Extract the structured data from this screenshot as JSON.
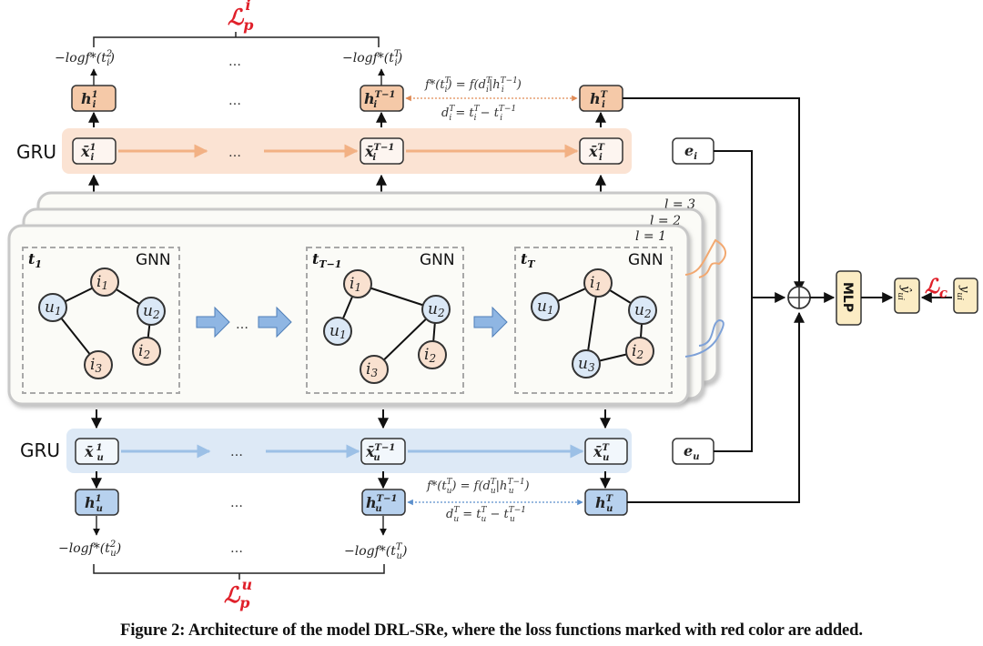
{
  "colors": {
    "item_bar": "#fbe3d3",
    "item_box": "#f5c9a8",
    "item_arrow": "#f2b184",
    "user_bar": "#dde9f6",
    "user_box": "#b7d1ee",
    "user_arrow": "#9cc0e6",
    "loss_red": "#e0202a",
    "item_node": "#f9e1d0",
    "user_node": "#dbe8f6",
    "mlp_box": "#fbecc4",
    "big_arrow": "#8fb6e3"
  },
  "item_branch": {
    "loss_label": "ℒ",
    "loss_sub": "p",
    "loss_sup": "i",
    "gru_label": "GRU",
    "neg_log_1": "−logf*(t",
    "neg_log_1_sup": "2",
    "neg_log_1_sub": "i",
    "neg_log_T": "−logf*(t",
    "neg_log_T_sup": "T",
    "neg_log_T_sub": "i",
    "h_1": {
      "base": "h",
      "sup": "1",
      "sub": "i"
    },
    "h_Tm1": {
      "base": "h",
      "sup": "T−1",
      "sub": "i"
    },
    "h_T": {
      "base": "h",
      "sup": "T",
      "sub": "i"
    },
    "x_1": {
      "base": "x̄",
      "sup": "1",
      "sub": "i"
    },
    "x_Tm1": {
      "base": "x̄",
      "sup": "T−1",
      "sub": "i"
    },
    "x_T": {
      "base": "x̄",
      "sup": "T",
      "sub": "i"
    },
    "formula_f": "f*(t",
    "formula_f_rest": ") = f(d",
    "formula_f_tail": "|h",
    "formula_d": "d",
    "formula_d_rest": " = t",
    "sub": "i",
    "supT": "T",
    "supTm1": "T−1",
    "ellipsis": "…",
    "embedding": {
      "base": "e",
      "sub": "i"
    }
  },
  "user_branch": {
    "loss_label": "ℒ",
    "loss_sub": "p",
    "loss_sup": "u",
    "gru_label": "GRU",
    "neg_log_1_sup": "2",
    "neg_log_T_sup": "T",
    "neg_log_prefix": "−logf*(t",
    "sub": "u",
    "h_1": {
      "base": "h",
      "sup": "1",
      "sub": "u"
    },
    "h_Tm1": {
      "base": "h",
      "sup": "T−1",
      "sub": "u"
    },
    "h_T": {
      "base": "h",
      "sup": "T",
      "sub": "u"
    },
    "x_1": {
      "base": "x̄",
      "sup": "1",
      "sub": "u"
    },
    "x_Tm1": {
      "base": "x̄",
      "sup": "T−1",
      "sub": "u"
    },
    "x_T": {
      "base": "x̄",
      "sup": "T",
      "sub": "u"
    },
    "supT": "T",
    "supTm1": "T−1",
    "ellipsis": "…",
    "embedding": {
      "base": "e",
      "sub": "u"
    }
  },
  "gnn": {
    "layer_labels": [
      "l = 1",
      "l = 2",
      "l = 3"
    ],
    "module_label": "GNN",
    "ellipsis": "…",
    "snapshots": [
      {
        "time_label": "t",
        "time_sub": "1",
        "nodes": [
          {
            "id": "i1",
            "type": "item",
            "base": "i",
            "sub": "1"
          },
          {
            "id": "u1",
            "type": "user",
            "base": "u",
            "sub": "1"
          },
          {
            "id": "u2",
            "type": "user",
            "base": "u",
            "sub": "2"
          },
          {
            "id": "i2",
            "type": "item",
            "base": "i",
            "sub": "2"
          },
          {
            "id": "i3",
            "type": "item",
            "base": "i",
            "sub": "3"
          }
        ],
        "edges": [
          [
            "u1",
            "i1"
          ],
          [
            "i1",
            "u2"
          ],
          [
            "u1",
            "i3"
          ],
          [
            "u2",
            "i2"
          ]
        ]
      },
      {
        "time_label": "t",
        "time_sub": "T−1",
        "nodes": [
          {
            "id": "i1",
            "type": "item",
            "base": "i",
            "sub": "1"
          },
          {
            "id": "u1",
            "type": "user",
            "base": "u",
            "sub": "1"
          },
          {
            "id": "u2",
            "type": "user",
            "base": "u",
            "sub": "2"
          },
          {
            "id": "i2",
            "type": "item",
            "base": "i",
            "sub": "2"
          },
          {
            "id": "i3",
            "type": "item",
            "base": "i",
            "sub": "3"
          }
        ],
        "edges": [
          [
            "i1",
            "u1"
          ],
          [
            "i1",
            "u2"
          ],
          [
            "u2",
            "i3"
          ],
          [
            "u2",
            "i2"
          ]
        ]
      },
      {
        "time_label": "t",
        "time_sub": "T",
        "nodes": [
          {
            "id": "i1",
            "type": "item",
            "base": "i",
            "sub": "1"
          },
          {
            "id": "u1",
            "type": "user",
            "base": "u",
            "sub": "1"
          },
          {
            "id": "u2",
            "type": "user",
            "base": "u",
            "sub": "2"
          },
          {
            "id": "i2",
            "type": "item",
            "base": "i",
            "sub": "2"
          },
          {
            "id": "u3",
            "type": "user",
            "base": "u",
            "sub": "3"
          }
        ],
        "edges": [
          [
            "u1",
            "i1"
          ],
          [
            "i1",
            "u2"
          ],
          [
            "i1",
            "u3"
          ],
          [
            "u2",
            "i2"
          ],
          [
            "u3",
            "i2"
          ]
        ]
      }
    ]
  },
  "fusion": {
    "mlp_label": "MLP",
    "pred_label": "ŷ",
    "pred_sub": "ui",
    "target_label": "y",
    "target_sub": "ui",
    "loss_label": "ℒ",
    "loss_sub": "c"
  },
  "caption": "Figure 2: Architecture of the model DRL-SRe, where the loss functions marked with red color are added."
}
